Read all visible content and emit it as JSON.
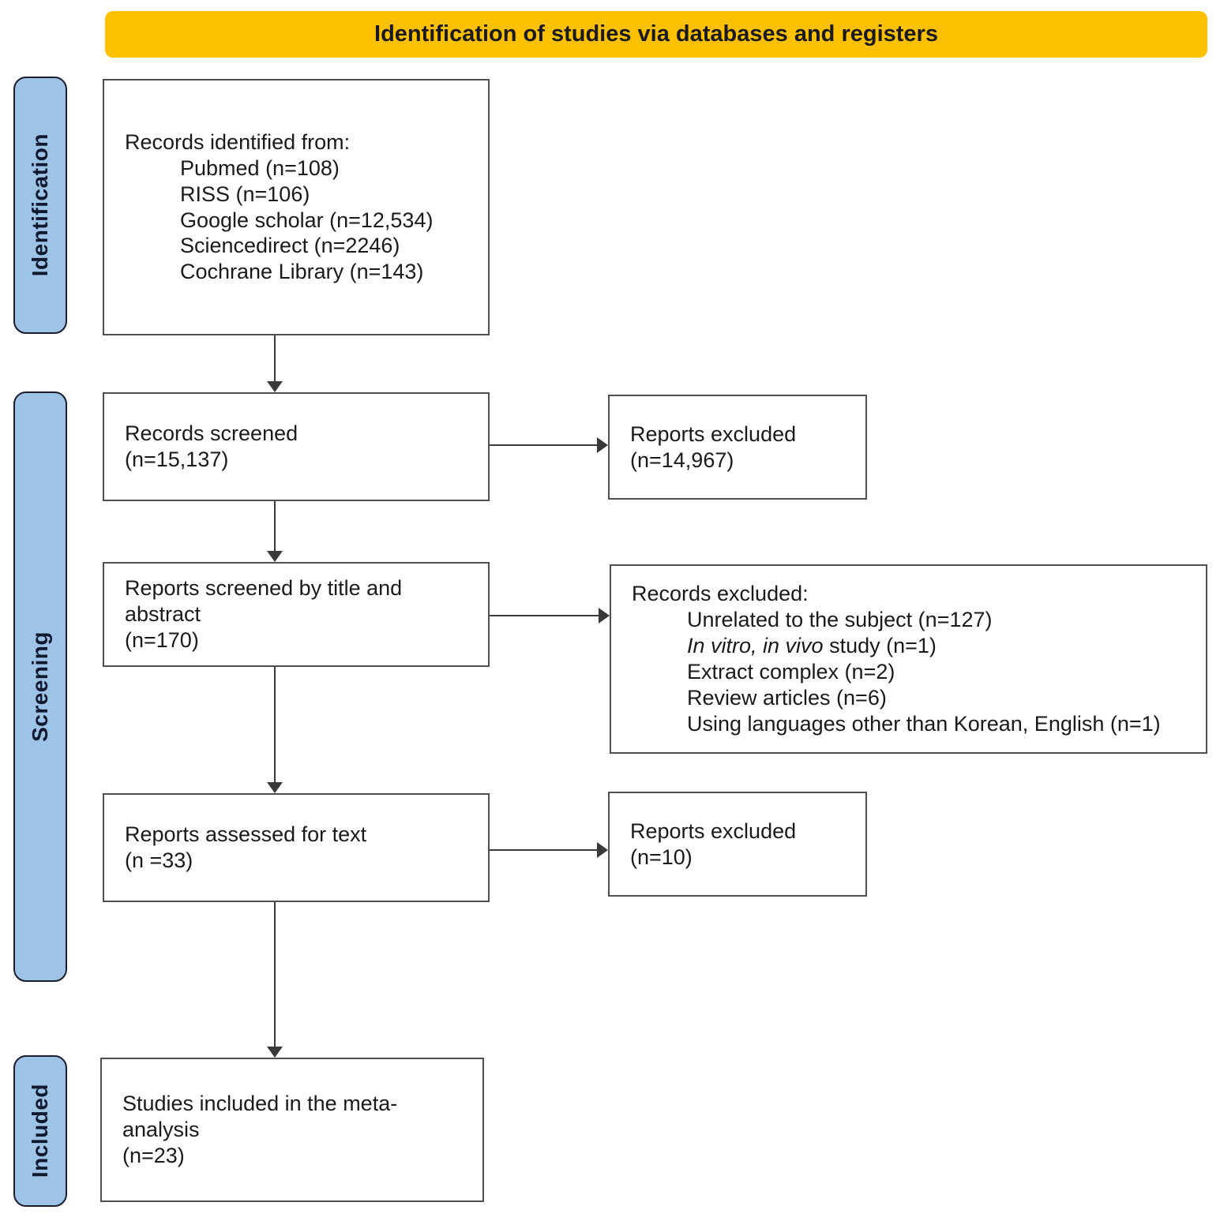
{
  "title": "Identification of studies via databases and registers",
  "stages": {
    "identification": "Identification",
    "screening": "Screening",
    "included": "Included"
  },
  "boxes": {
    "records_identified": {
      "heading": "Records identified from:",
      "items": [
        "Pubmed (n=108)",
        "RISS (n=106)",
        "Google scholar (n=12,534)",
        "Sciencedirect (n=2246)",
        "Cochrane Library (n=143)"
      ]
    },
    "records_screened": {
      "line1": "Records screened",
      "line2": "(n=15,137)"
    },
    "reports_excluded_1": {
      "line1": "Reports excluded",
      "line2": "(n=14,967)"
    },
    "reports_screened_title_abstract": {
      "line1": "Reports screened by title and abstract",
      "line2": "(n=170)"
    },
    "records_excluded": {
      "heading": "Records excluded:",
      "items": [
        "Unrelated to the subject (n=127)",
        {
          "italic": "In vitro, in vivo",
          "rest": " study (n=1)"
        },
        "Extract complex (n=2)",
        "Review articles (n=6)",
        "Using languages other than Korean, English (n=1)"
      ]
    },
    "reports_assessed": {
      "line1": "Reports assessed for text",
      "line2": "(n =33)"
    },
    "reports_excluded_2": {
      "line1": "Reports excluded",
      "line2": "(n=10)"
    },
    "studies_included": {
      "line1": "Studies included in the meta-analysis",
      "line2": "(n=23)"
    }
  },
  "colors": {
    "banner_bg": "#FDC101",
    "stage_bg": "#9DC3E6",
    "box_border": "#4f4f4f",
    "arrow": "#3a3a3a"
  }
}
